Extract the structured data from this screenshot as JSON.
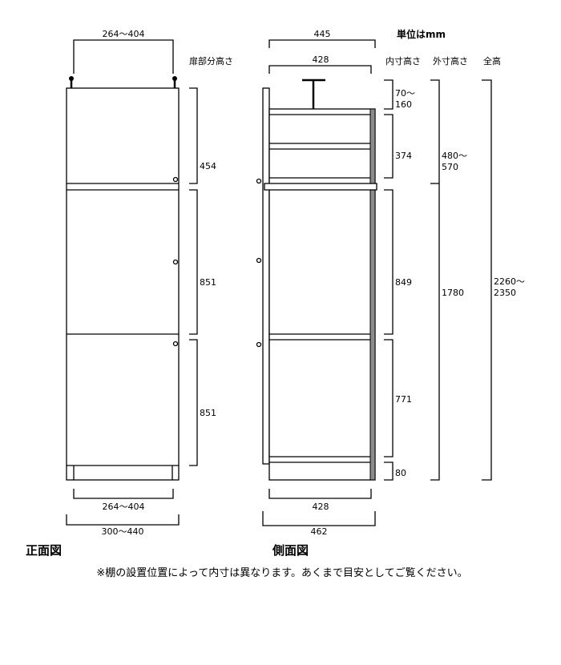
{
  "unit_label": "単位はmm",
  "front": {
    "title": "正面図",
    "door_height_header": "扉部分高さ",
    "top_width": "264～404",
    "bottom_inner_width": "264～404",
    "bottom_outer_width": "300～440",
    "door_heights": [
      "454",
      "851",
      "851"
    ]
  },
  "side": {
    "title": "側面図",
    "top_outer_depth": "445",
    "top_inner_depth": "428",
    "bottom_inner_depth": "428",
    "bottom_outer_depth": "462",
    "headers": {
      "inner": "内寸高さ",
      "outer": "外寸高さ",
      "total": "全高"
    },
    "inner_heights": [
      "70～",
      "160",
      "374",
      "849",
      "771",
      "80"
    ],
    "outer_heights": [
      "480～",
      "570",
      "1780"
    ],
    "total_height": [
      "2260～",
      "2350"
    ]
  },
  "note": "※棚の設置位置によって内寸は異なります。あくまで目安としてご覧ください。",
  "colors": {
    "back_panel": "#8c8c8c"
  }
}
